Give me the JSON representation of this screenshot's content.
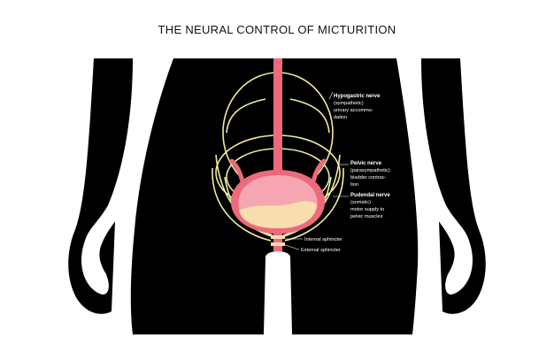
{
  "title": "THE NEURAL CONTROL OF MICTURITION",
  "labels": {
    "hypogastric": {
      "name": "Hypogastric nerve",
      "line1": "(sympathetic)",
      "line2": "urinary accommo-",
      "line3": "dation"
    },
    "pelvic": {
      "name": "Pelvic nerve",
      "line1": "(parasympathetic)",
      "line2": "bladder contrac-",
      "line3": "tion"
    },
    "pudendal": {
      "name": "Pudendal nerve",
      "line1": "(somatic)",
      "line2": "motor supply to",
      "line3": "pelvic muscles"
    },
    "internal_sphincter": "Internal sphincter",
    "external_sphincter": "External sphincter"
  },
  "colors": {
    "silhouette": "#000000",
    "nerve": "#f1eb9c",
    "spinal_cord": "#ec6a7a",
    "bladder_wall": "#ec6a7a",
    "bladder_inner": "#f6a6b2",
    "urine": "#f8ddb0"
  }
}
